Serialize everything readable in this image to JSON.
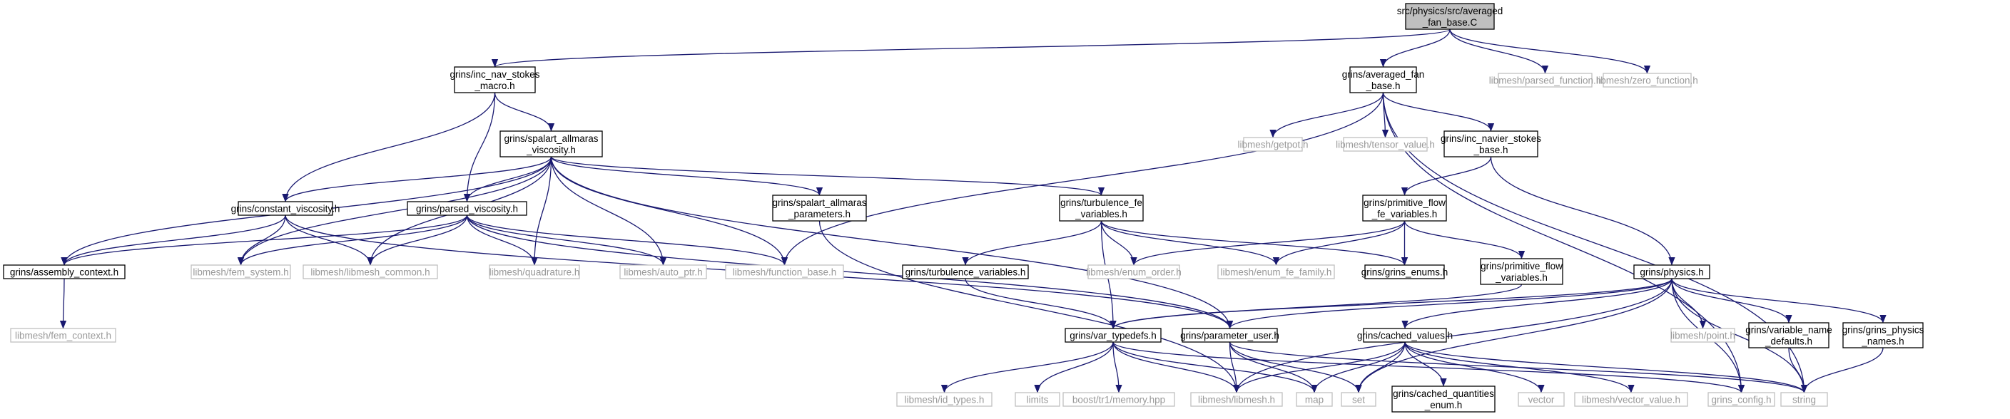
{
  "colors": {
    "edge": "#191970",
    "root_fill": "#bfbfbf",
    "box_border": "#000000",
    "external_border": "#bfbfbf",
    "text": "#000000",
    "external_text": "#999999"
  },
  "nodes": {
    "root": {
      "lines": [
        "src/physics/src/averaged",
        "_fan_base.C"
      ],
      "kind": "root"
    },
    "inc_nav_stokes_macro": {
      "lines": [
        "grins/inc_nav_stokes",
        "_macro.h"
      ],
      "kind": "doc"
    },
    "averaged_fan_base": {
      "lines": [
        "grins/averaged_fan",
        "_base.h"
      ],
      "kind": "doc"
    },
    "parsed_function": {
      "lines": [
        "libmesh/parsed_function.h"
      ],
      "kind": "ext"
    },
    "zero_function": {
      "lines": [
        "libmesh/zero_function.h"
      ],
      "kind": "ext"
    },
    "spalart_allmaras_viscosity": {
      "lines": [
        "grins/spalart_allmaras",
        "_viscosity.h"
      ],
      "kind": "doc"
    },
    "getpot": {
      "lines": [
        "libmesh/getpot.h"
      ],
      "kind": "ext"
    },
    "tensor_value": {
      "lines": [
        "libmesh/tensor_value.h"
      ],
      "kind": "ext"
    },
    "inc_navier_stokes_base": {
      "lines": [
        "grins/inc_navier_stokes",
        "_base.h"
      ],
      "kind": "doc"
    },
    "constant_viscosity": {
      "lines": [
        "grins/constant_viscosity.h"
      ],
      "kind": "doc"
    },
    "parsed_viscosity": {
      "lines": [
        "grins/parsed_viscosity.h"
      ],
      "kind": "doc"
    },
    "spalart_allmaras_parameters": {
      "lines": [
        "grins/spalart_allmaras",
        "_parameters.h"
      ],
      "kind": "doc"
    },
    "turbulence_fe_variables": {
      "lines": [
        "grins/turbulence_fe",
        "_variables.h"
      ],
      "kind": "doc"
    },
    "primitive_flow_fe_variables": {
      "lines": [
        "grins/primitive_flow",
        "_fe_variables.h"
      ],
      "kind": "doc"
    },
    "assembly_context": {
      "lines": [
        "grins/assembly_context.h"
      ],
      "kind": "doc"
    },
    "fem_system": {
      "lines": [
        "libmesh/fem_system.h"
      ],
      "kind": "ext"
    },
    "libmesh_common": {
      "lines": [
        "libmesh/libmesh_common.h"
      ],
      "kind": "ext"
    },
    "quadrature": {
      "lines": [
        "libmesh/quadrature.h"
      ],
      "kind": "ext"
    },
    "auto_ptr": {
      "lines": [
        "libmesh/auto_ptr.h"
      ],
      "kind": "ext"
    },
    "function_base": {
      "lines": [
        "libmesh/function_base.h"
      ],
      "kind": "ext"
    },
    "enum_order": {
      "lines": [
        "libmesh/enum_order.h"
      ],
      "kind": "ext"
    },
    "enum_fe_family": {
      "lines": [
        "libmesh/enum_fe_family.h"
      ],
      "kind": "ext"
    },
    "grins_enums": {
      "lines": [
        "grins/grins_enums.h"
      ],
      "kind": "doc"
    },
    "primitive_flow_variables": {
      "lines": [
        "grins/primitive_flow",
        "_variables.h"
      ],
      "kind": "doc"
    },
    "physics": {
      "lines": [
        "grins/physics.h"
      ],
      "kind": "doc"
    },
    "turbulence_variables": {
      "lines": [
        "grins/turbulence_variables.h"
      ],
      "kind": "doc"
    },
    "fem_context": {
      "lines": [
        "libmesh/fem_context.h"
      ],
      "kind": "ext"
    },
    "var_typedefs": {
      "lines": [
        "grins/var_typedefs.h"
      ],
      "kind": "doc"
    },
    "parameter_user": {
      "lines": [
        "grins/parameter_user.h"
      ],
      "kind": "doc"
    },
    "cached_values": {
      "lines": [
        "grins/cached_values.h"
      ],
      "kind": "doc"
    },
    "point": {
      "lines": [
        "libmesh/point.h"
      ],
      "kind": "ext"
    },
    "variable_name_defaults": {
      "lines": [
        "grins/variable_name",
        "_defaults.h"
      ],
      "kind": "doc"
    },
    "grins_physics_names": {
      "lines": [
        "grins/grins_physics",
        "_names.h"
      ],
      "kind": "doc"
    },
    "id_types": {
      "lines": [
        "libmesh/id_types.h"
      ],
      "kind": "ext"
    },
    "limits": {
      "lines": [
        "limits"
      ],
      "kind": "ext"
    },
    "memory_hpp": {
      "lines": [
        "boost/tr1/memory.hpp"
      ],
      "kind": "ext"
    },
    "libmesh": {
      "lines": [
        "libmesh/libmesh.h"
      ],
      "kind": "ext"
    },
    "map": {
      "lines": [
        "map"
      ],
      "kind": "ext"
    },
    "set": {
      "lines": [
        "set"
      ],
      "kind": "ext"
    },
    "cached_quantities_enum": {
      "lines": [
        "grins/cached_quantities",
        "_enum.h"
      ],
      "kind": "doc"
    },
    "vector": {
      "lines": [
        "vector"
      ],
      "kind": "ext"
    },
    "vector_value": {
      "lines": [
        "libmesh/vector_value.h"
      ],
      "kind": "ext"
    },
    "grins_config": {
      "lines": [
        "grins_config.h"
      ],
      "kind": "ext"
    },
    "string": {
      "lines": [
        "string"
      ],
      "kind": "ext"
    }
  },
  "edges": [
    [
      "root",
      "inc_nav_stokes_macro"
    ],
    [
      "root",
      "averaged_fan_base"
    ],
    [
      "root",
      "parsed_function"
    ],
    [
      "root",
      "zero_function"
    ],
    [
      "inc_nav_stokes_macro",
      "spalart_allmaras_viscosity"
    ],
    [
      "inc_nav_stokes_macro",
      "constant_viscosity"
    ],
    [
      "inc_nav_stokes_macro",
      "parsed_viscosity"
    ],
    [
      "averaged_fan_base",
      "getpot"
    ],
    [
      "averaged_fan_base",
      "tensor_value"
    ],
    [
      "averaged_fan_base",
      "inc_navier_stokes_base"
    ],
    [
      "averaged_fan_base",
      "function_base"
    ],
    [
      "averaged_fan_base",
      "grins_config"
    ],
    [
      "averaged_fan_base",
      "string"
    ],
    [
      "spalart_allmaras_viscosity",
      "constant_viscosity"
    ],
    [
      "spalart_allmaras_viscosity",
      "parsed_viscosity"
    ],
    [
      "spalart_allmaras_viscosity",
      "spalart_allmaras_parameters"
    ],
    [
      "spalart_allmaras_viscosity",
      "turbulence_fe_variables"
    ],
    [
      "spalart_allmaras_viscosity",
      "assembly_context"
    ],
    [
      "spalart_allmaras_viscosity",
      "fem_system"
    ],
    [
      "spalart_allmaras_viscosity",
      "libmesh_common"
    ],
    [
      "spalart_allmaras_viscosity",
      "quadrature"
    ],
    [
      "spalart_allmaras_viscosity",
      "auto_ptr"
    ],
    [
      "spalart_allmaras_viscosity",
      "function_base"
    ],
    [
      "spalart_allmaras_viscosity",
      "parameter_user"
    ],
    [
      "inc_navier_stokes_base",
      "primitive_flow_fe_variables"
    ],
    [
      "inc_navier_stokes_base",
      "physics"
    ],
    [
      "constant_viscosity",
      "assembly_context"
    ],
    [
      "constant_viscosity",
      "fem_system"
    ],
    [
      "constant_viscosity",
      "libmesh_common"
    ],
    [
      "constant_viscosity",
      "parameter_user"
    ],
    [
      "parsed_viscosity",
      "assembly_context"
    ],
    [
      "parsed_viscosity",
      "fem_system"
    ],
    [
      "parsed_viscosity",
      "libmesh_common"
    ],
    [
      "parsed_viscosity",
      "quadrature"
    ],
    [
      "parsed_viscosity",
      "auto_ptr"
    ],
    [
      "parsed_viscosity",
      "function_base"
    ],
    [
      "parsed_viscosity",
      "parameter_user"
    ],
    [
      "spalart_allmaras_parameters",
      "libmesh"
    ],
    [
      "turbulence_fe_variables",
      "turbulence_variables"
    ],
    [
      "turbulence_fe_variables",
      "enum_order"
    ],
    [
      "turbulence_fe_variables",
      "enum_fe_family"
    ],
    [
      "turbulence_fe_variables",
      "grins_enums"
    ],
    [
      "turbulence_fe_variables",
      "var_typedefs"
    ],
    [
      "primitive_flow_fe_variables",
      "enum_order"
    ],
    [
      "primitive_flow_fe_variables",
      "enum_fe_family"
    ],
    [
      "primitive_flow_fe_variables",
      "grins_enums"
    ],
    [
      "primitive_flow_fe_variables",
      "primitive_flow_variables"
    ],
    [
      "assembly_context",
      "fem_context"
    ],
    [
      "primitive_flow_variables",
      "var_typedefs"
    ],
    [
      "turbulence_variables",
      "var_typedefs"
    ],
    [
      "physics",
      "var_typedefs"
    ],
    [
      "physics",
      "parameter_user"
    ],
    [
      "physics",
      "cached_values"
    ],
    [
      "physics",
      "point"
    ],
    [
      "physics",
      "variable_name_defaults"
    ],
    [
      "physics",
      "grins_physics_names"
    ],
    [
      "physics",
      "libmesh"
    ],
    [
      "physics",
      "set"
    ],
    [
      "physics",
      "grins_config"
    ],
    [
      "physics",
      "string"
    ],
    [
      "var_typedefs",
      "id_types"
    ],
    [
      "var_typedefs",
      "limits"
    ],
    [
      "var_typedefs",
      "memory_hpp"
    ],
    [
      "var_typedefs",
      "libmesh"
    ],
    [
      "var_typedefs",
      "map"
    ],
    [
      "var_typedefs",
      "grins_config"
    ],
    [
      "parameter_user",
      "libmesh"
    ],
    [
      "parameter_user",
      "map"
    ],
    [
      "parameter_user",
      "set"
    ],
    [
      "parameter_user",
      "string"
    ],
    [
      "cached_values",
      "libmesh"
    ],
    [
      "cached_values",
      "map"
    ],
    [
      "cached_values",
      "set"
    ],
    [
      "cached_values",
      "cached_quantities_enum"
    ],
    [
      "cached_values",
      "vector"
    ],
    [
      "cached_values",
      "vector_value"
    ],
    [
      "cached_values",
      "string"
    ],
    [
      "variable_name_defaults",
      "string"
    ],
    [
      "grins_physics_names",
      "string"
    ]
  ]
}
